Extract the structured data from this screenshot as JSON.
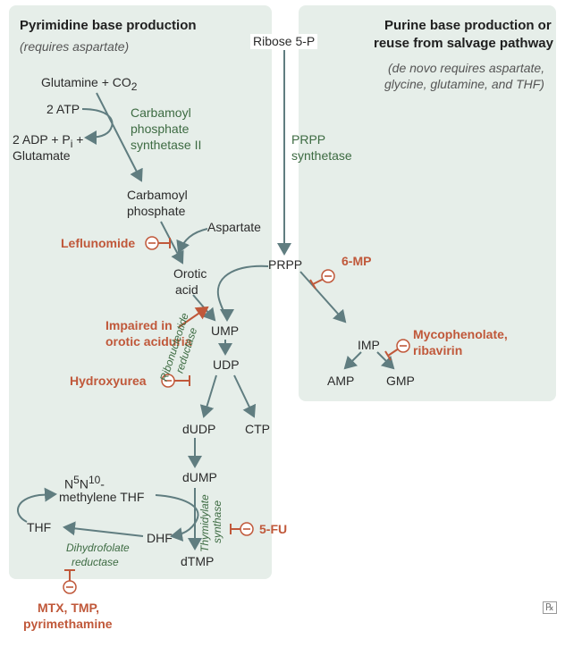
{
  "left_panel": {
    "title": "Pyrimidine base production",
    "subtitle": "(requires aspartate)"
  },
  "right_panel": {
    "title_line1": "Purine base production or",
    "title_line2": "reuse from salvage pathway",
    "subtitle_line1": "(de novo requires aspartate,",
    "subtitle_line2": "glycine, glutamine, and THF)"
  },
  "metabolites": {
    "ribose": "Ribose 5-P",
    "glutamine": "Glutamine + CO",
    "co2_sub": "2",
    "atp": "2 ATP",
    "adp": "2 ADP + P",
    "pi_sub": "i",
    "adp_plus": " +",
    "glutamate": "Glutamate",
    "carbamoyl_1": "Carbamoyl",
    "carbamoyl_2": "phosphate",
    "aspartate": "Aspartate",
    "orotic_1": "Orotic",
    "orotic_2": "acid",
    "prpp": "PRPP",
    "ump": "UMP",
    "udp": "UDP",
    "imp": "IMP",
    "amp": "AMP",
    "gmp": "GMP",
    "dudp": "dUDP",
    "ctp": "CTP",
    "dump": "dUMP",
    "methylene_a": "N",
    "methylene_sup5": "5",
    "methylene_b": "N",
    "methylene_sup10": "10",
    "methylene_c": "-",
    "methylene_2": "methylene THF",
    "thf": "THF",
    "dhf": "DHF",
    "dtmp": "dTMP"
  },
  "enzymes": {
    "cps_1": "Carbamoyl",
    "cps_2": "phosphate",
    "cps_3": "synthetase II",
    "prpp_1": "PRPP",
    "prpp_2": "synthetase",
    "rnr_1": "Ribonucleotide",
    "rnr_2": "reductase",
    "ts_1": "Thymidylate",
    "ts_2": "synthase",
    "dhfr_1": "Dihydrofolate",
    "dhfr_2": "reductase"
  },
  "drugs": {
    "leflunomide": "Leflunomide",
    "six_mp": "6-MP",
    "impaired_1": "Impaired in",
    "impaired_2": "orotic aciduria",
    "mycophenolate_1": "Mycophenolate,",
    "mycophenolate_2": "ribavirin",
    "hydroxyurea": "Hydroxyurea",
    "five_fu": "5-FU",
    "mtx_1": "MTX, TMP,",
    "mtx_2": "pyrimethamine"
  },
  "inhibit_symbol": "⊖",
  "logo": "℞",
  "colors": {
    "panel": "#e6eee9",
    "arrow": "#607d80",
    "drug": "#c0583a",
    "enzyme": "#3d6b42"
  }
}
